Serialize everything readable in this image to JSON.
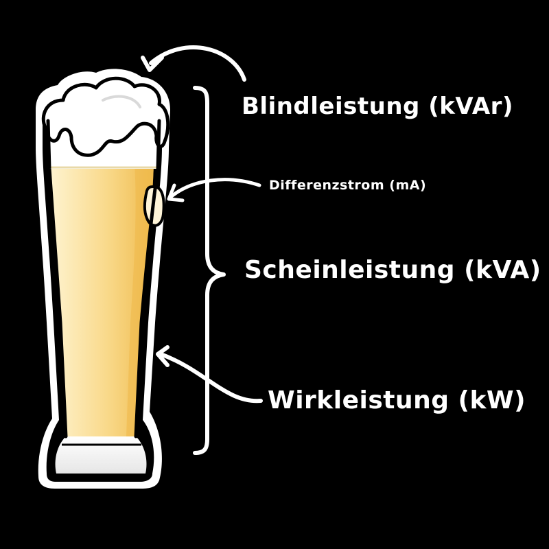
{
  "labels": {
    "blindleistung": "Blindleistung (kVAr)",
    "differenzstrom": "Differenzstrom (mA)",
    "scheinleistung": "Scheinleistung (kVA)",
    "wirkleistung": "Wirkleistung (kW)"
  },
  "colors": {
    "background": "#000000",
    "text": "#ffffff",
    "beer_light": "#fdf0c4",
    "beer_mid": "#f7d27a",
    "beer_dark": "#eeb84a",
    "foam": "#ffffff",
    "foam_shadow": "#d9d9d9",
    "outline": "#000000"
  }
}
